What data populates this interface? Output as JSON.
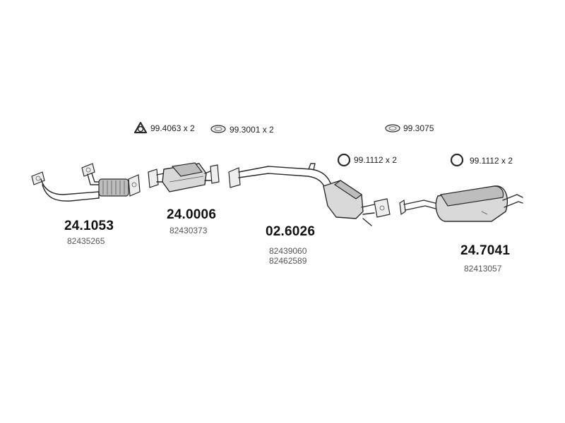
{
  "accessories": [
    {
      "id": "acc1",
      "icon": "clamp-ring-icon",
      "label": "99.4063 x 2"
    },
    {
      "id": "acc2",
      "icon": "rubber-hanger-icon",
      "label": "99.3001 x 2"
    },
    {
      "id": "acc3",
      "icon": "rubber-hanger-icon",
      "label": "99.3075"
    },
    {
      "id": "acc4",
      "icon": "gasket-ring-icon",
      "label": "99.1112 x 2"
    },
    {
      "id": "acc5",
      "icon": "gasket-ring-icon",
      "label": "99.1112 x 2"
    }
  ],
  "parts": [
    {
      "id": "part1",
      "name": "front-pipe",
      "number": "24.1053",
      "oe": [
        "82435265"
      ]
    },
    {
      "id": "part2",
      "name": "catalytic-converter",
      "number": "24.0006",
      "oe": [
        "82430373"
      ]
    },
    {
      "id": "part3",
      "name": "middle-silencer",
      "number": "02.6026",
      "oe": [
        "82439060",
        "82462589"
      ]
    },
    {
      "id": "part4",
      "name": "rear-silencer",
      "number": "24.7041",
      "oe": [
        "82413057"
      ]
    }
  ]
}
